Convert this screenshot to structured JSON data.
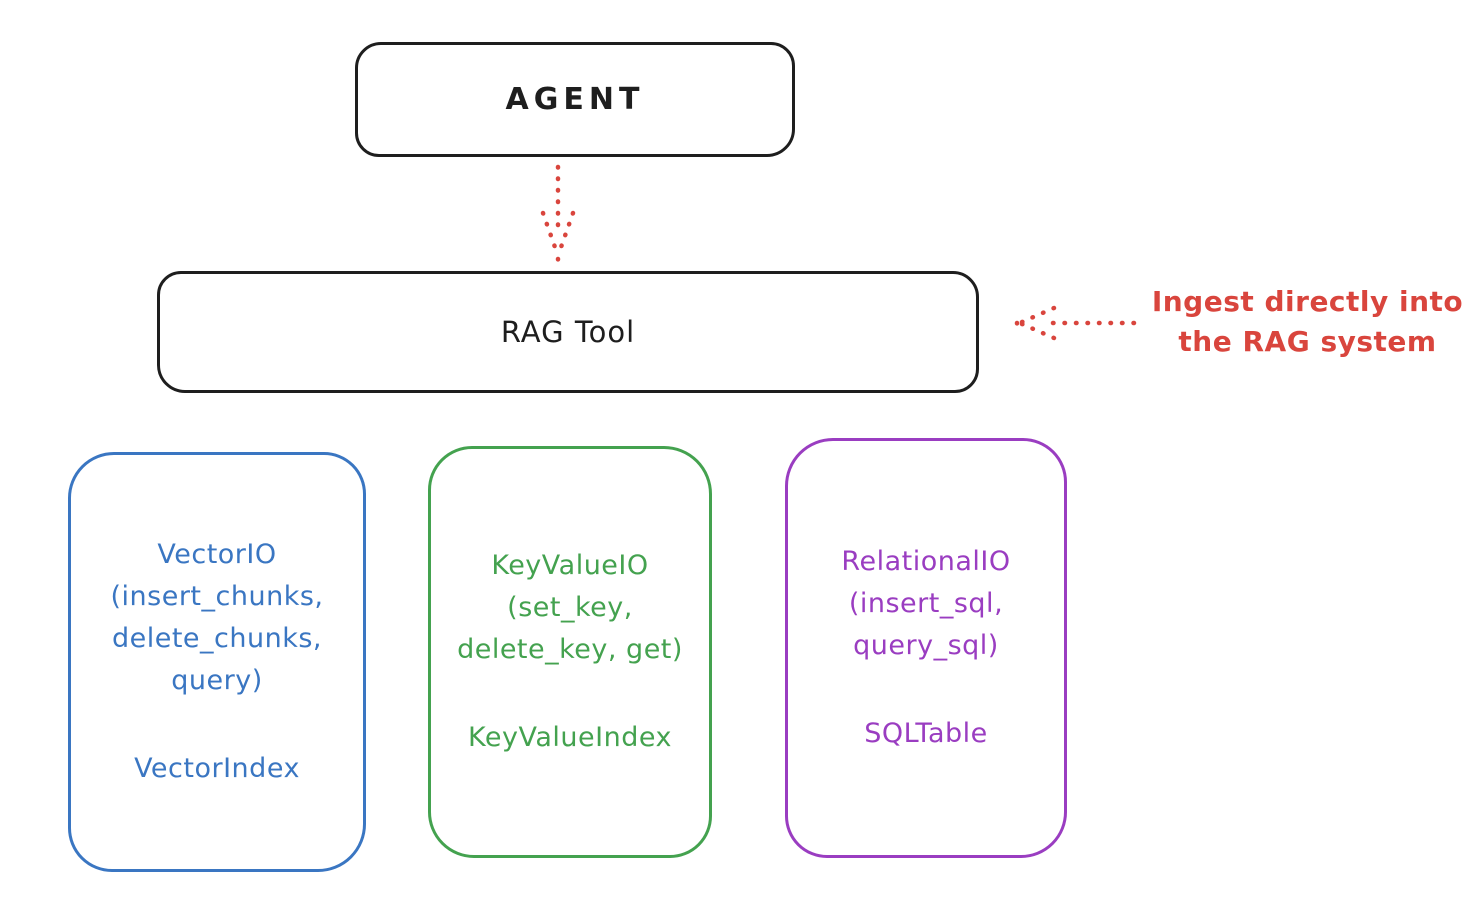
{
  "agent": {
    "label": "AGENT"
  },
  "rag_tool": {
    "label": "RAG Tool"
  },
  "annotation": {
    "line1": "Ingest directly into",
    "line2": "the RAG system"
  },
  "stores": [
    {
      "name": "vector-io",
      "accent": "#3a76c2",
      "lines": [
        "VectorIO",
        "(insert_chunks,",
        "delete_chunks,",
        "query)"
      ],
      "index": "VectorIndex"
    },
    {
      "name": "key-value-io",
      "accent": "#44a24f",
      "lines": [
        "KeyValueIO",
        "(set_key,",
        "delete_key, get)"
      ],
      "index": "KeyValueIndex"
    },
    {
      "name": "relational-io",
      "accent": "#9a3dc1",
      "lines": [
        "RelationalIO",
        "(insert_sql,",
        "query_sql)"
      ],
      "index": "SQLTable"
    }
  ],
  "colors": {
    "stroke": "#1e1e1e",
    "arrow_red": "#d9453d",
    "blue": "#3a76c2",
    "green": "#44a24f",
    "purple": "#9a3dc1"
  }
}
